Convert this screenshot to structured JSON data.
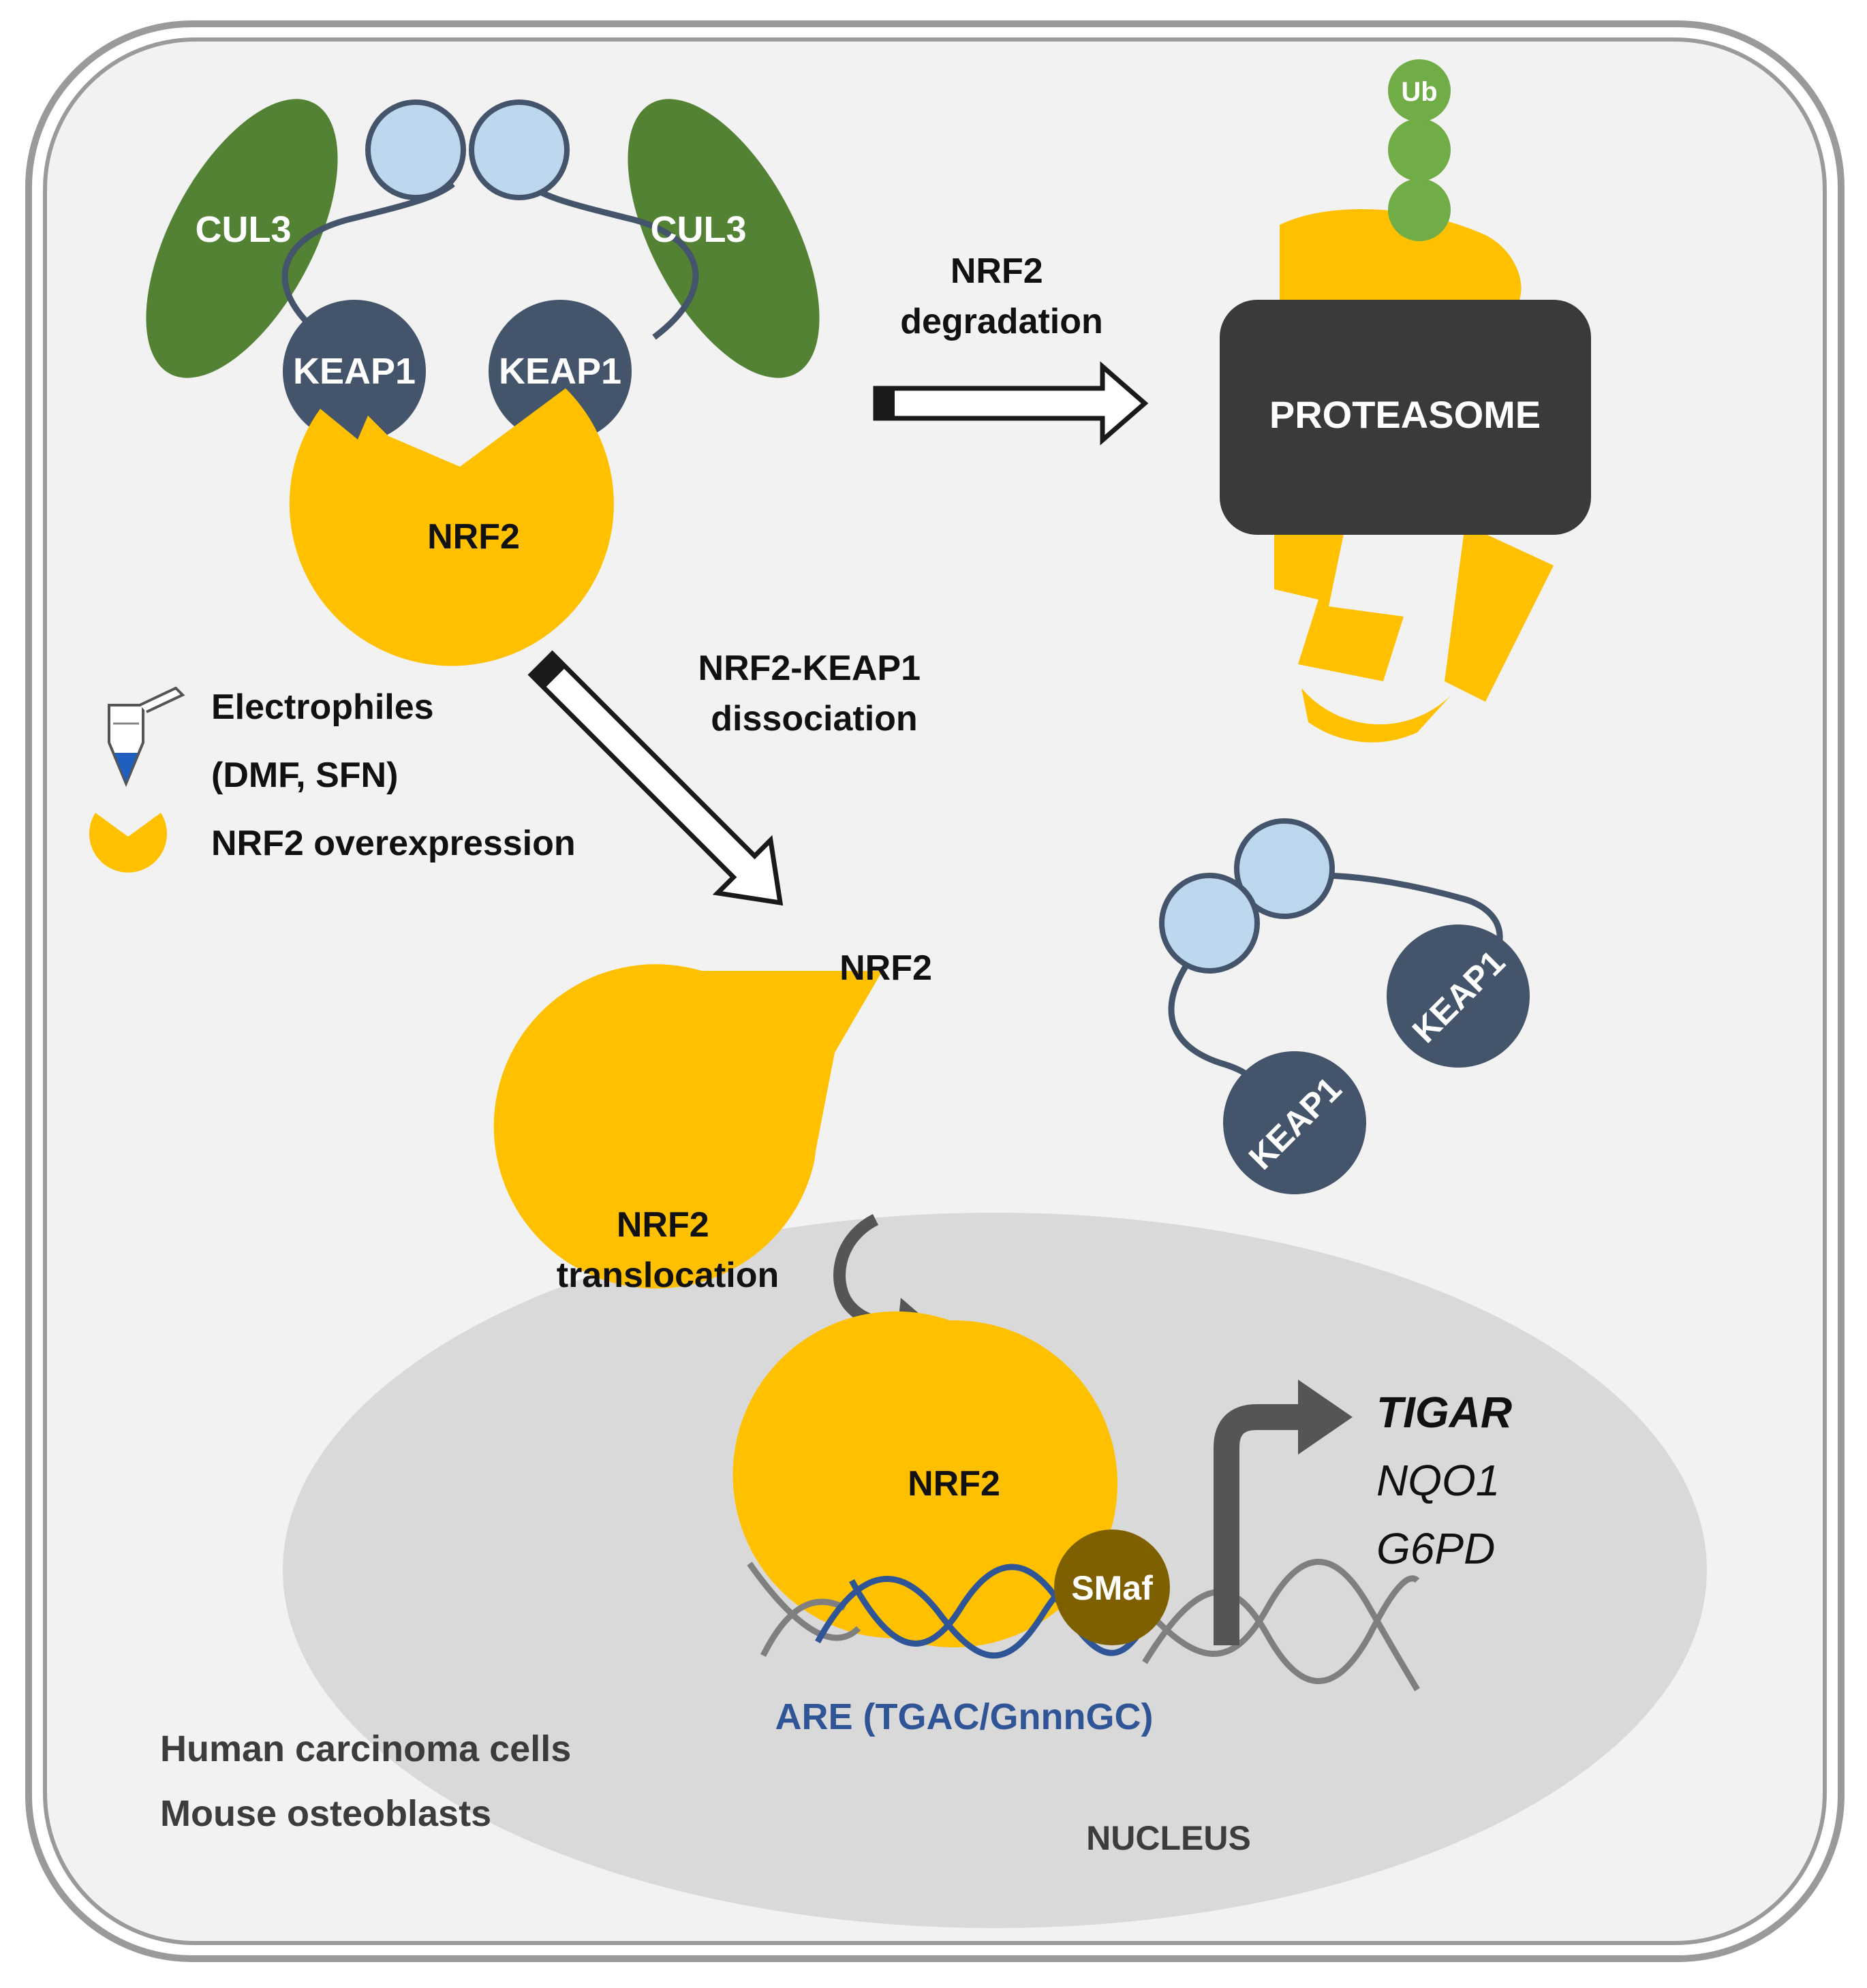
{
  "colors": {
    "cell_background": "#f2f2f2",
    "nucleus": "#d9d9d9",
    "nrf2": "#ffc000",
    "keap1": "#44546a",
    "cul3": "#548235",
    "linker_circle": "#bdd7ee",
    "ubiquitin": "#70ad47",
    "proteasome": "#3a3a3a",
    "smaf": "#7f6000",
    "are_strand": "#2f5597",
    "dna_strand": "#7f7f7f"
  },
  "complex": {
    "cul3_left": "CUL3",
    "cul3_right": "CUL3",
    "keap1_left": "KEAP1",
    "keap1_right": "KEAP1",
    "nrf2": "NRF2"
  },
  "degradation": {
    "label_line1": "NRF2",
    "label_line2": "degradation",
    "proteasome": "PROTEASOME",
    "ub": "Ub"
  },
  "dissociation": {
    "label_line1": "NRF2-KEAP1",
    "label_line2": "dissociation",
    "free_nrf2": "NRF2",
    "free_keap1_a": "KEAP1",
    "free_keap1_b": "KEAP1"
  },
  "legend": {
    "electrophiles_line1": "Electrophiles",
    "electrophiles_line2": "(DMF, SFN)",
    "overexpression": "NRF2 overexpression"
  },
  "translocation": {
    "label_line1": "NRF2",
    "label_line2": "translocation"
  },
  "nucleus": {
    "label": "NUCLEUS",
    "nrf2": "NRF2",
    "smaf": "SMaf",
    "are": "ARE (TGAC/GnnnGC)",
    "genes": [
      "TIGAR",
      "NQO1",
      "G6PD"
    ]
  },
  "cell_types": [
    "Human carcinoma cells",
    "Mouse osteoblasts"
  ]
}
